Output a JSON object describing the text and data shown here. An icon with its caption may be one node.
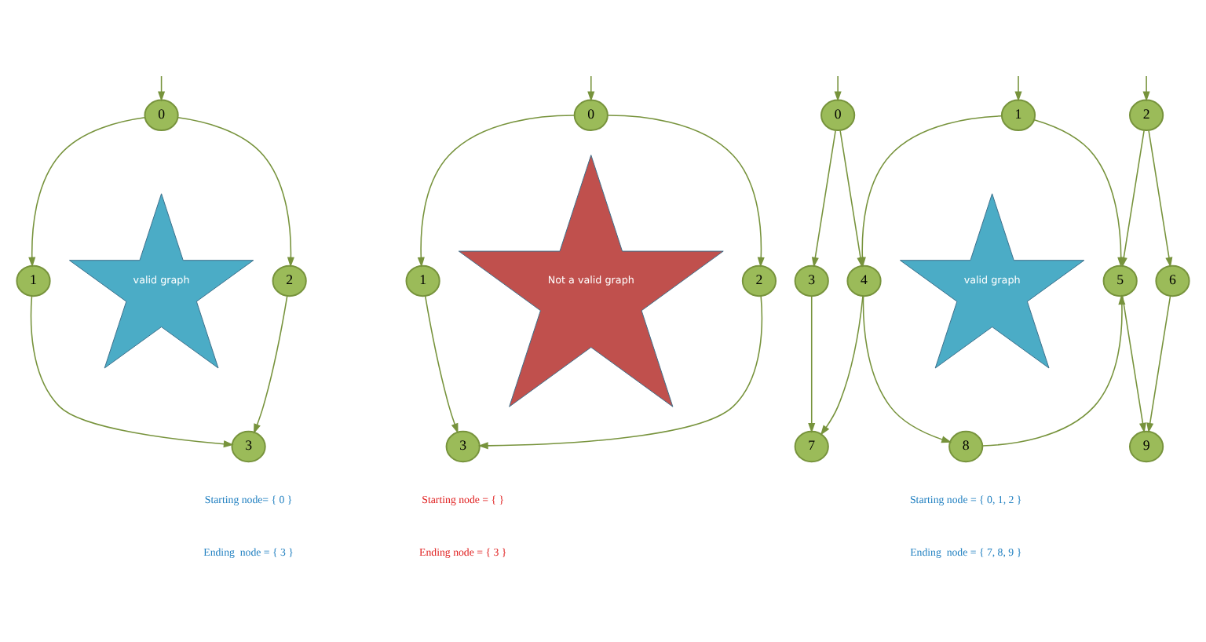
{
  "diagram": {
    "nodes": [
      {
        "text": [
          "0"
        ]
      },
      {
        "text": [
          "1"
        ]
      },
      {
        "text": [
          "2"
        ]
      },
      {
        "text": [
          "3"
        ]
      },
      {
        "text": [
          "valid graph"
        ]
      },
      {
        "text": [
          "0"
        ]
      },
      {
        "text": [
          "1"
        ]
      },
      {
        "text": [
          "2"
        ]
      },
      {
        "text": [
          "3"
        ]
      },
      {
        "text": [
          "Not a valid graph"
        ]
      },
      {
        "text": [
          "0"
        ]
      },
      {
        "text": [
          "1"
        ]
      },
      {
        "text": [
          "2"
        ]
      },
      {
        "text": [
          "3"
        ]
      },
      {
        "text": [
          "4"
        ]
      },
      {
        "text": [
          "5"
        ]
      },
      {
        "text": [
          "6"
        ]
      },
      {
        "text": [
          "7"
        ]
      },
      {
        "text": [
          "8"
        ]
      },
      {
        "text": [
          "9"
        ]
      },
      {
        "text": [
          "valid graph"
        ]
      }
    ],
    "edges": [
      {
        "from": null,
        "to": 0,
        "arrow": "to"
      },
      {
        "from": 0,
        "to": 1,
        "arrow": "to"
      },
      {
        "from": 0,
        "to": 2,
        "arrow": "to"
      },
      {
        "from": 1,
        "to": 3,
        "arrow": "to"
      },
      {
        "from": 2,
        "to": 3,
        "arrow": "to"
      },
      {
        "from": null,
        "to": 5,
        "arrow": "to"
      },
      {
        "from": 5,
        "to": 6,
        "arrow": "to"
      },
      {
        "from": 5,
        "to": 7,
        "arrow": "to"
      },
      {
        "from": 6,
        "to": 8,
        "arrow": "to"
      },
      {
        "from": 7,
        "to": 8,
        "arrow": "to"
      },
      {
        "from": null,
        "to": 10,
        "arrow": "to"
      },
      {
        "from": null,
        "to": 11,
        "arrow": "to"
      },
      {
        "from": null,
        "to": 12,
        "arrow": "to"
      },
      {
        "from": 10,
        "to": 13,
        "arrow": "to"
      },
      {
        "from": 10,
        "to": 14,
        "arrow": "to"
      },
      {
        "from": 11,
        "to": 14,
        "arrow": "to"
      },
      {
        "from": 11,
        "to": 15,
        "arrow": "to"
      },
      {
        "from": 12,
        "to": 15,
        "arrow": "to"
      },
      {
        "from": 12,
        "to": 16,
        "arrow": "to"
      },
      {
        "from": 13,
        "to": 17,
        "arrow": "to"
      },
      {
        "from": 14,
        "to": 17,
        "arrow": "to"
      },
      {
        "from": 14,
        "to": 18,
        "arrow": "to"
      },
      {
        "from": 18,
        "to": 15,
        "arrow": "to"
      },
      {
        "from": 15,
        "to": 19,
        "arrow": "to"
      },
      {
        "from": 16,
        "to": 19,
        "arrow": "to"
      }
    ],
    "labels": [
      "Starting node= { 0 }",
      "Ending  node = { 3 }",
      "Starting node = { }",
      "Ending node = { 3 }",
      "Starting node = { 0, 1, 2 }",
      "Ending  node = { 7, 8, 9 }"
    ]
  }
}
